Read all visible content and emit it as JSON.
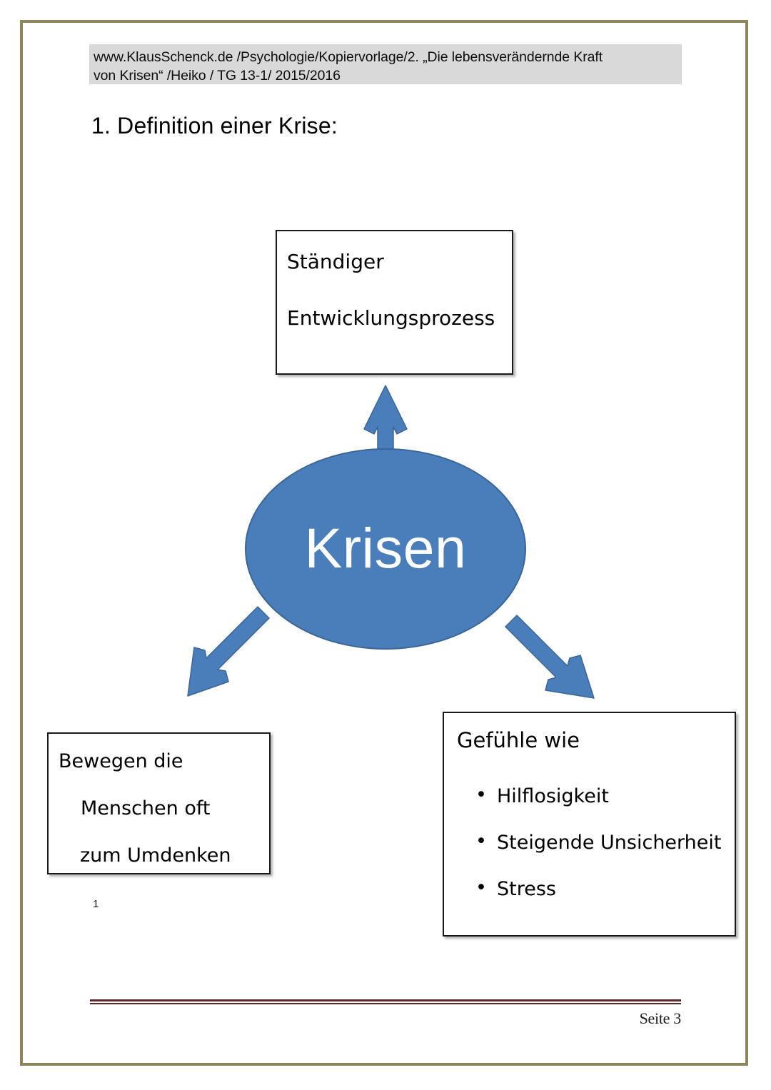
{
  "document": {
    "header_source_line": "www.KlausSchenck.de /Psychologie/Kopiervorlage/2.  „Die lebensverändernde Kraft\n    von Krisen“ /Heiko / TG 13-1/ 2015/2016",
    "section_title": "1. Definition einer Krise:",
    "footnote_marker": "1",
    "footer_page_label": "Seite 3"
  },
  "diagram": {
    "center_node": {
      "label": "Krisen",
      "fill_color": "#4a7ebb",
      "text_color": "#ffffff"
    },
    "arrow_color": "#4a7ebb",
    "top_box": {
      "line1": "Ständiger",
      "line2": "Entwicklungsprozess"
    },
    "left_box": {
      "line1": "Bewegen die",
      "line2": "Menschen oft",
      "line3": "zum Umdenken"
    },
    "right_box": {
      "heading": "Gefühle wie",
      "bullets": [
        "Hilflosigkeit",
        "Steigende Unsicherheit",
        "Stress"
      ]
    }
  },
  "theme": {
    "page_border_color": "#8d855c",
    "header_band_color": "#d9d9d9",
    "footer_rule_color": "#63292a",
    "box_border_color": "#1a1a1a"
  }
}
